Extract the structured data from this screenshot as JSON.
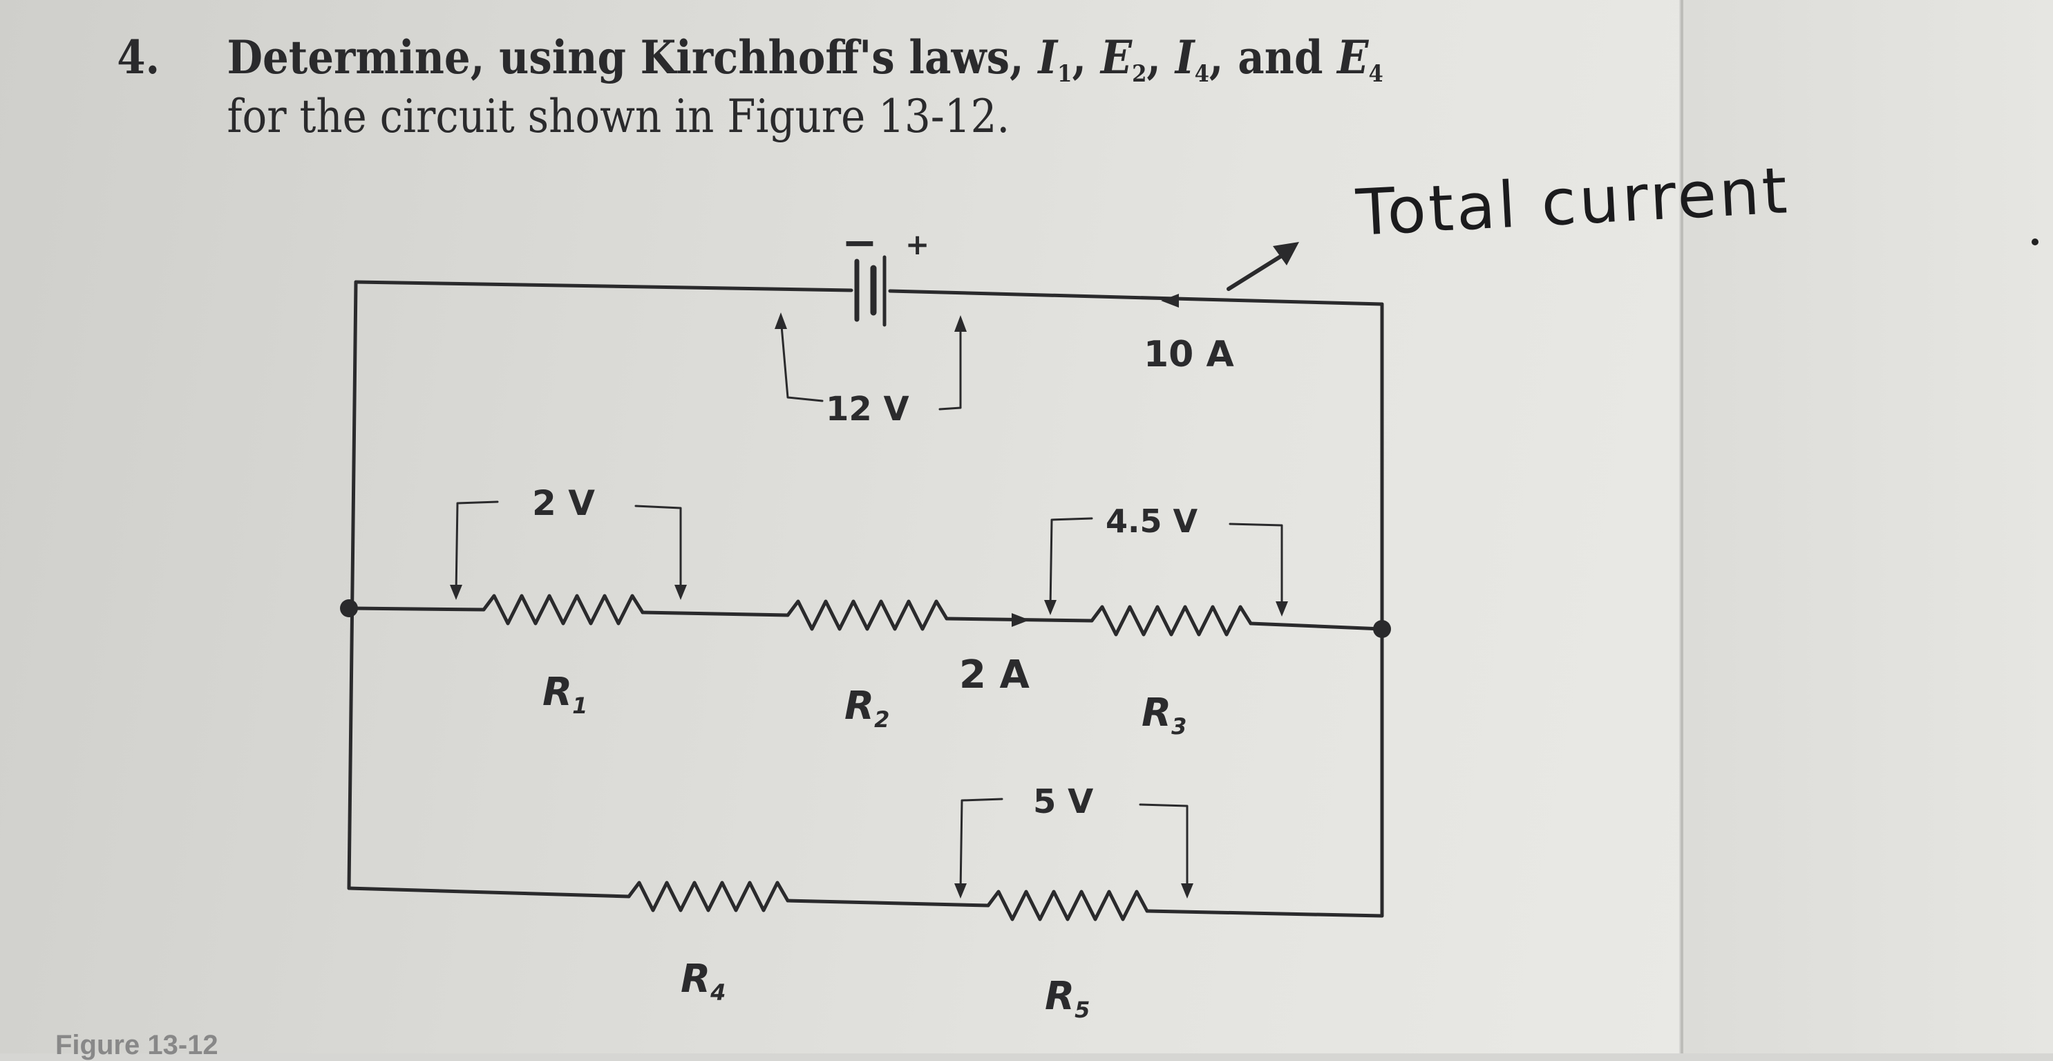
{
  "question": {
    "number": "4.",
    "line1_prefix": "Determine, using Kirchhoff's laws, ",
    "v1": "I",
    "s1": "1",
    "v2": "E",
    "s2": "2",
    "v3": "I",
    "s3": "4",
    "line1_and": "and ",
    "v4": "E",
    "s4": "4",
    "line2": "for the circuit shown in Figure 13-12."
  },
  "annotation": "Total current",
  "circuit": {
    "battery_minus": "−",
    "battery_plus": "+",
    "battery_voltage": "12 V",
    "total_current": "10 A",
    "r1_voltage": "2 V",
    "r3_voltage": "4.5 V",
    "r5_voltage": "5 V",
    "branch_current": "2 A",
    "r1_label": "R",
    "r1_sub": "1",
    "r2_label": "R",
    "r2_sub": "2",
    "r3_label": "R",
    "r3_sub": "3",
    "r4_label": "R",
    "r4_sub": "4",
    "r5_label": "R",
    "r5_sub": "5"
  },
  "footer": "Figure 13-12"
}
